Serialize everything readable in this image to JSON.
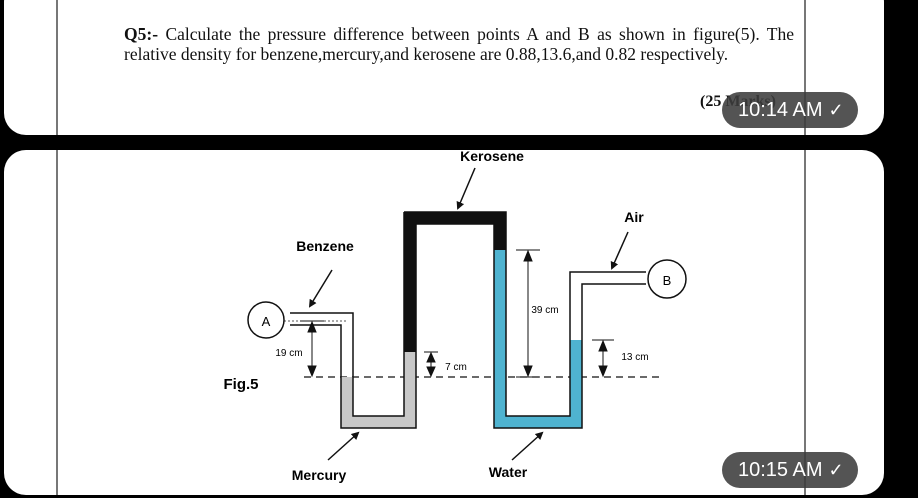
{
  "message1": {
    "question_label": "Q5:-",
    "question_text": "Calculate the pressure difference between points A and B as shown in figure(5). The relative density for benzene,mercury,and kerosene are 0.88,13.6,and 0.82 respectively.",
    "marks": "(25 Marks)",
    "timestamp": "10:14 AM"
  },
  "message2": {
    "timestamp": "10:15 AM"
  },
  "figure": {
    "fig_label": "Fig.5",
    "kerosene_label": "Kerosene",
    "benzene_label": "Benzene",
    "air_label": "Air",
    "mercury_label": "Mercury",
    "water_label": "Water",
    "point_a": "A",
    "point_b": "B",
    "dim_19": "19 cm",
    "dim_7": "7 cm",
    "dim_39": "39 cm",
    "dim_13": "13 cm",
    "colors": {
      "kerosene": "#111111",
      "mercury": "#c8c8c8",
      "water": "#4fb3d0"
    }
  },
  "icons": {
    "read_receipt": "checkmark-icon"
  }
}
